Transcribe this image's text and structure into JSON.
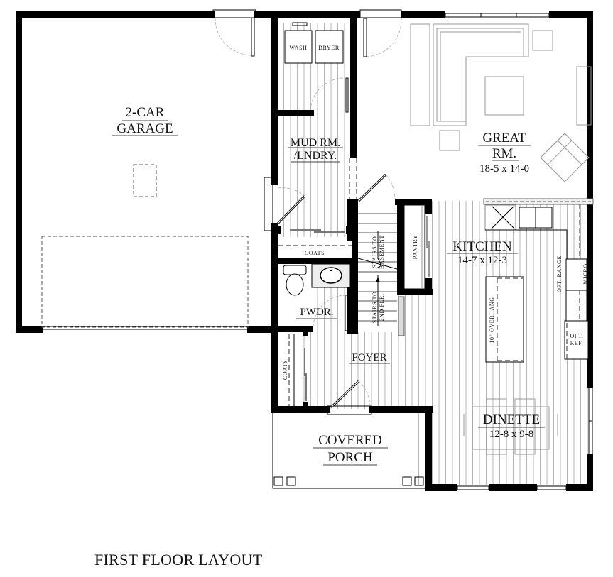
{
  "plan_title": "FIRST FLOOR LAYOUT",
  "rooms": {
    "garage": {
      "line1": "2-CAR",
      "line2": "GARAGE"
    },
    "mud_room": {
      "line1": "MUD RM.",
      "line2": "/LNDRY."
    },
    "great_room": {
      "line1": "GREAT",
      "line2": "RM.",
      "dims": "18-5 x 14-0"
    },
    "kitchen": {
      "name": "KITCHEN",
      "dims": "14-7 x 12-3"
    },
    "powder": {
      "name": "PWDR."
    },
    "foyer": {
      "name": "FOYER"
    },
    "dinette": {
      "name": "DINETTE",
      "dims": "12-8 x 9-8"
    },
    "porch": {
      "line1": "COVERED",
      "line2": "PORCH"
    },
    "pantry": {
      "name": "PANTRY"
    }
  },
  "fixtures": {
    "washer": "WASH",
    "dryer": "DRYER",
    "coats_mud": "COATS",
    "coats_foyer": "COATS",
    "stairs_basement_1": "STAIRS TO",
    "stairs_basement_2": "BASEMENT",
    "stairs_2nd_1": "STAIRS TO",
    "stairs_2nd_2": "2ND FLR.",
    "island_overhang": "10\" OVERHANG",
    "opt_range": "OPT. RANGE",
    "micro": "MICRO",
    "opt_ref_1": "OPT.",
    "opt_ref_2": "REF."
  },
  "colors": {
    "wall": "#000000",
    "floor_lines": "#b5b5b5",
    "furniture": "#9a9a9a",
    "background": "#ffffff"
  }
}
